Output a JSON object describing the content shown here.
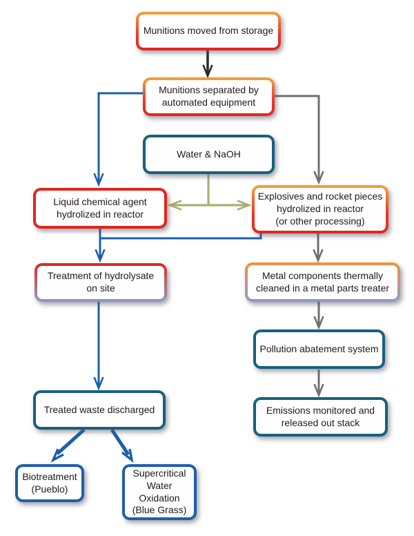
{
  "nodes": {
    "munitions_storage": {
      "label": "Munitions moved from storage"
    },
    "munitions_separated": {
      "label": "Munitions separated by\nautomated equipment"
    },
    "water_naoh": {
      "label": "Water & NaOH"
    },
    "liquid_agent": {
      "label": "Liquid chemical agent\nhydrolized in reactor"
    },
    "explosives_rocket": {
      "label": "Explosives and rocket pieces\nhydrolized in reactor\n(or other processing)"
    },
    "treatment_hydrolysate": {
      "label": "Treatment of hydrolysate\non site"
    },
    "metal_components": {
      "label": "Metal components thermally\ncleaned in a metal parts treater"
    },
    "pollution_abatement": {
      "label": "Pollution abatement system"
    },
    "emissions_monitored": {
      "label": "Emissions monitored and\nreleased out stack"
    },
    "treated_waste": {
      "label": "Treated waste discharged"
    },
    "biotreatment": {
      "label": "Biotreatment\n(Pueblo)"
    },
    "scwo": {
      "label": "Supercritical\nWater\nOxidation\n(Blue Grass)"
    }
  },
  "edges": [
    {
      "from": "munitions_storage",
      "to": "munitions_separated",
      "color": "black"
    },
    {
      "from": "munitions_separated",
      "to": "liquid_agent",
      "color": "blue"
    },
    {
      "from": "munitions_separated",
      "to": "explosives_rocket",
      "color": "gray"
    },
    {
      "from": "water_naoh",
      "to": "liquid_agent",
      "color": "olive"
    },
    {
      "from": "water_naoh",
      "to": "explosives_rocket",
      "color": "olive"
    },
    {
      "from": "liquid_agent",
      "to": "treatment_hydrolysate",
      "color": "blue"
    },
    {
      "from": "explosives_rocket",
      "to": "treatment_hydrolysate",
      "color": "blue"
    },
    {
      "from": "explosives_rocket",
      "to": "metal_components",
      "color": "gray"
    },
    {
      "from": "metal_components",
      "to": "pollution_abatement",
      "color": "gray"
    },
    {
      "from": "pollution_abatement",
      "to": "emissions_monitored",
      "color": "gray"
    },
    {
      "from": "treatment_hydrolysate",
      "to": "treated_waste",
      "color": "blue"
    },
    {
      "from": "treated_waste",
      "to": "biotreatment",
      "color": "blue"
    },
    {
      "from": "treated_waste",
      "to": "scwo",
      "color": "blue"
    }
  ],
  "colors": {
    "border_orange": "#F0A43C",
    "border_red": "#E2251C",
    "border_teal": "#17607F",
    "border_blue": "#1E5FA9",
    "border_slate": "#8E9AC4",
    "arrow_blue": "#1C5FA9",
    "arrow_gray": "#6F6F73",
    "arrow_black": "#2B2B2E",
    "arrow_olive": "#ABAE70"
  }
}
